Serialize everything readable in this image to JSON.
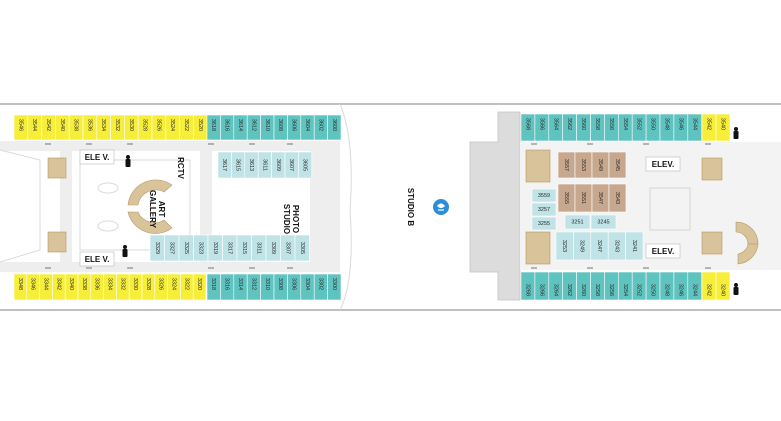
{
  "colors": {
    "balcony": "#f7ee3a",
    "oceanview": "#5fc3c0",
    "interior": "#bfe3e6",
    "suite": "#c7a78e",
    "stairs": "#d8c39b",
    "icon": "#2b8fd6"
  },
  "labels": {
    "ele_v_top": "ELE V.",
    "ele_v_bottom": "ELE V.",
    "rctv": "RCTV",
    "art_gallery_1": "ART",
    "art_gallery_2": "GALLERY",
    "photo_1": "PHOTO",
    "photo_2": "STUDIO",
    "studio_b": "STUDIO B",
    "elev_top": "ELEV.",
    "elev_bottom": "ELEV."
  },
  "icons": {
    "person": "person-icon",
    "accessible": "wheelchair-icon",
    "studio_b": "studio-b-logo-icon"
  },
  "cabins": {
    "fwd_top_balcony": [
      "3546",
      "3544",
      "3542",
      "3540",
      "3538",
      "3536",
      "3534",
      "3532",
      "3530",
      "3528",
      "3526",
      "3524",
      "3522",
      "3520"
    ],
    "fwd_top_ocean": [
      "3618",
      "3616",
      "3614",
      "3612",
      "3610",
      "3608",
      "3606",
      "3604",
      "3602",
      "3600"
    ],
    "fwd_top_interior": [
      "3617",
      "3615",
      "3613",
      "3611",
      "3609",
      "3607",
      "3605"
    ],
    "fwd_bot_interior": [
      "3329",
      "3327",
      "3325",
      "3323",
      "3319",
      "3317",
      "3315",
      "3311",
      "3309",
      "3307",
      "3305"
    ],
    "fwd_bot_balcony": [
      "3348",
      "3346",
      "3344",
      "3342",
      "3340",
      "3338",
      "3336",
      "3334",
      "3332",
      "3330",
      "3328",
      "3326",
      "3324",
      "3322",
      "3320"
    ],
    "fwd_bot_ocean": [
      "3318",
      "3316",
      "3314",
      "3312",
      "3310",
      "3308",
      "3306",
      "3304",
      "3302",
      "3300"
    ],
    "aft_top_ocean": [
      "3568",
      "3566",
      "3564",
      "3562",
      "3560",
      "3558",
      "3556",
      "3554",
      "3552",
      "3550",
      "3548",
      "3546",
      "3544"
    ],
    "aft_top_balcony": [
      "3542",
      "3540"
    ],
    "aft_suite_top": [
      "3557",
      "3553",
      "3549",
      "3545"
    ],
    "aft_suite_mid": [
      "3555",
      "3551",
      "3547",
      "3543"
    ],
    "aft_interior_left": [
      "3559",
      "3257",
      "3255"
    ],
    "aft_interior_mid": [
      "3251",
      "3245"
    ],
    "aft_interior_bottom": [
      "3253",
      "3249",
      "3247",
      "3243",
      "3241"
    ],
    "aft_bot_ocean": [
      "3268",
      "3266",
      "3264",
      "3262",
      "3260",
      "3258",
      "3256",
      "3254",
      "3252",
      "3250",
      "3248",
      "3246",
      "3244"
    ],
    "aft_bot_balcony": [
      "3242",
      "3240"
    ]
  }
}
